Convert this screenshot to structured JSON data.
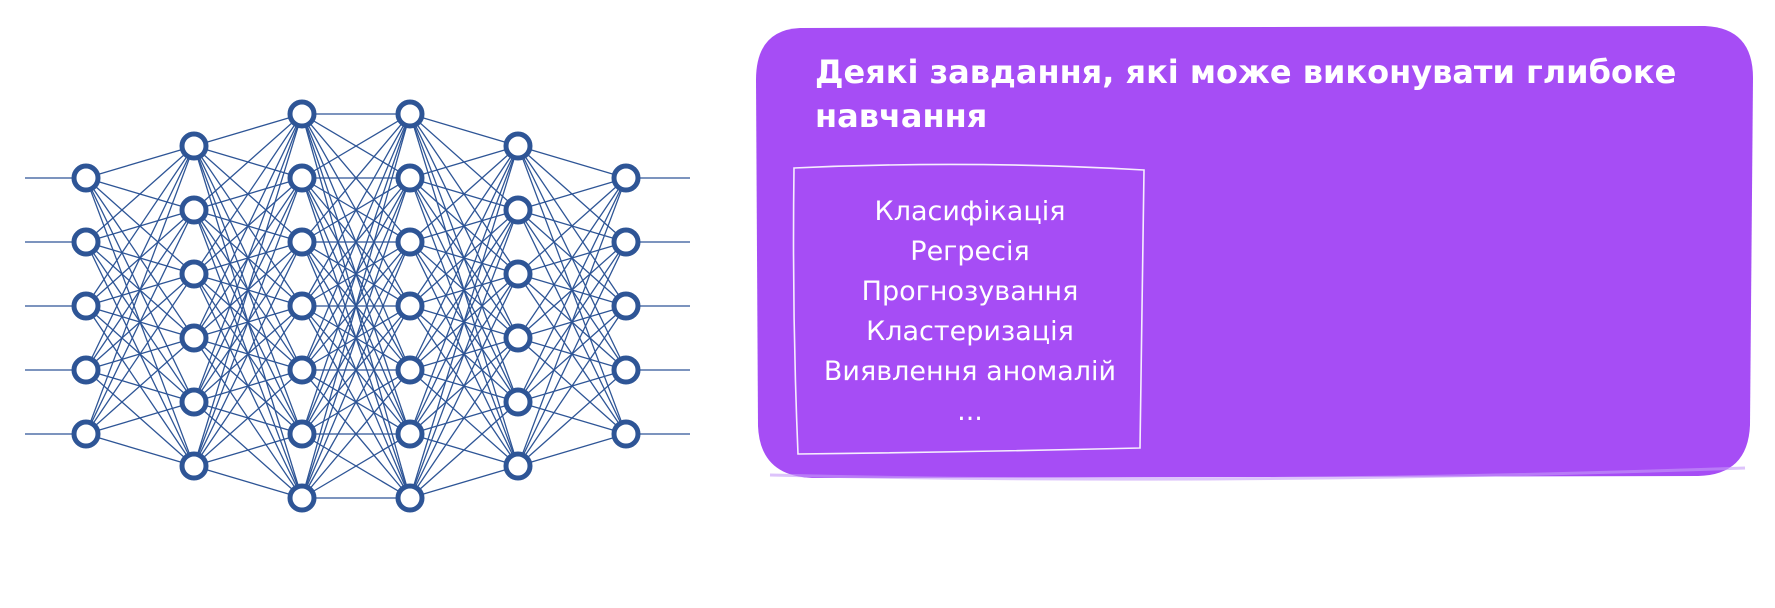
{
  "panel": {
    "title": "Деякі завдання, які може виконувати глибоке навчання",
    "tasks": [
      "Класифікація",
      "Регресія",
      "Прогнозування",
      "Кластеризація",
      "Виявлення аномалій",
      "..."
    ]
  },
  "network": {
    "layer_sizes": [
      5,
      6,
      7,
      7,
      6,
      5
    ],
    "input_lines": 5,
    "output_lines": 5
  },
  "colors": {
    "panel": "#A64DF5",
    "panel_text": "#ffffff",
    "network": "#2E5596",
    "background": "#ffffff"
  }
}
